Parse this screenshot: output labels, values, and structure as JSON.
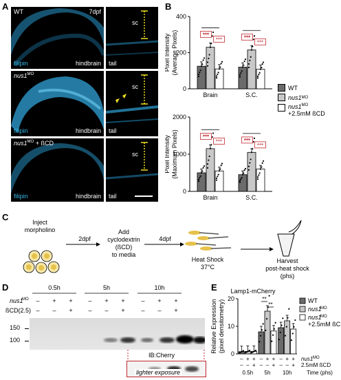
{
  "panels": {
    "A": "A",
    "B": "B",
    "C": "C",
    "D": "D",
    "E": "E"
  },
  "panel_a": {
    "row1": {
      "left_label": "WT",
      "time": "7dpf",
      "stain": "filipin",
      "region": "hindbrain",
      "tail": "tail",
      "sc": "sc"
    },
    "row2": {
      "label_main": "nus1",
      "label_sup": "MO",
      "stain": "filipin",
      "region": "hindbrain",
      "tail": "tail",
      "sc": "sc"
    },
    "row3": {
      "label_main": "nus1",
      "label_sup": "MO",
      "label_suffix": " + ßCD",
      "stain": "filipin",
      "region": "hindbrain",
      "tail": "tail",
      "sc": "sc"
    }
  },
  "panel_b": {
    "legend": [
      {
        "main": "WT",
        "sup": "",
        "extra": "",
        "color": "#6b6b6b"
      },
      {
        "main": "nus1",
        "sup": "MO",
        "extra": "",
        "color": "#c8c8c8"
      },
      {
        "main": "nus1",
        "sup": "MO",
        "extra": "+2.5mM ßCD",
        "color": "#ffffff"
      }
    ],
    "sig": "***"
  },
  "panel_c": {
    "step1": [
      "Inject",
      "morpholino"
    ],
    "arrow1": "2dpf",
    "step2": [
      "Add",
      "cyclodextrin",
      "(ßCD)",
      "to media"
    ],
    "arrow2": "4dpf",
    "step3": [
      "Heat Shock",
      "37°C"
    ],
    "step4": [
      "Harvest",
      "post-heat shock",
      "(phs)"
    ]
  },
  "panel_d": {
    "times": [
      "0.5h",
      "5h",
      "10h"
    ],
    "row1_label": "nus1",
    "row1_sup": "MO",
    "row1_values": [
      "–",
      "+",
      "+",
      "–",
      "+",
      "+",
      "–",
      "+",
      "+"
    ],
    "row2_label": "ßCD(2.5)",
    "row2_values": [
      "–",
      "–",
      "+",
      "–",
      "–",
      "+",
      "–",
      "–",
      "+"
    ],
    "mw": [
      "150",
      "100"
    ],
    "ib": "IB:Cherry",
    "inset": "lighter exposure"
  },
  "panel_e": {
    "sig": "**",
    "row1_label": "nus1",
    "row1_sup": "MO",
    "row1_values": [
      "–",
      "+",
      "+",
      "–",
      "+",
      "+",
      "–",
      "+",
      "+"
    ],
    "row2_label": "2.5mM ßCD",
    "row2_values": [
      "–",
      "–",
      "+",
      "–",
      "–",
      "+",
      "–",
      "–",
      "+"
    ],
    "time_label": "Time (phs)",
    "legend": [
      {
        "main": "WT",
        "sup": "",
        "color": "#6b6b6b"
      },
      {
        "main": "nus1",
        "sup": "MO",
        "color": "#c8c8c8"
      },
      {
        "main": "nus1",
        "sup": "MO",
        "extra": "+2.5mM ßCD",
        "color": "#ffffff"
      }
    ]
  },
  "chart_data": [
    {
      "type": "bar",
      "title": "",
      "categories": [
        "Brain",
        "S.C."
      ],
      "ylabel": "Pixel Intensity (Average Pixels)",
      "ylim": [
        0,
        400
      ],
      "yticks": [
        "0",
        "200",
        "400"
      ],
      "series": [
        {
          "name": "WT",
          "values": [
            125,
            120
          ]
        },
        {
          "name": "nus1MO",
          "values": [
            230,
            215
          ]
        },
        {
          "name": "nus1MO +2.5mM ßCD",
          "values": [
            110,
            108
          ]
        }
      ]
    },
    {
      "type": "bar",
      "title": "",
      "categories": [
        "Brain",
        "S.C."
      ],
      "ylabel": "Pixel Intensity (Maximum Pixels)",
      "ylim": [
        0,
        2000
      ],
      "yticks": [
        "0",
        "1000",
        "2000"
      ],
      "series": [
        {
          "name": "WT",
          "values": [
            500,
            450
          ]
        },
        {
          "name": "nus1MO",
          "values": [
            1150,
            1050
          ]
        },
        {
          "name": "nus1MO +2.5mM ßCD",
          "values": [
            550,
            600
          ]
        }
      ]
    },
    {
      "type": "bar",
      "title": "Lamp1-mCherry",
      "categories": [
        "0.5h",
        "5h",
        "10h"
      ],
      "ylabel": "Relative Expression (pixel densitometry)",
      "ylim": [
        0,
        20
      ],
      "yticks": [
        "0",
        "10",
        "20"
      ],
      "series": [
        {
          "name": "WT",
          "values": [
            0.8,
            8.0,
            9.5
          ]
        },
        {
          "name": "nus1MO",
          "values": [
            0.9,
            15.5,
            12.0
          ]
        },
        {
          "name": "nus1MO +2.5mM ßCD",
          "values": [
            0.9,
            8.3,
            9.0
          ]
        }
      ]
    }
  ]
}
